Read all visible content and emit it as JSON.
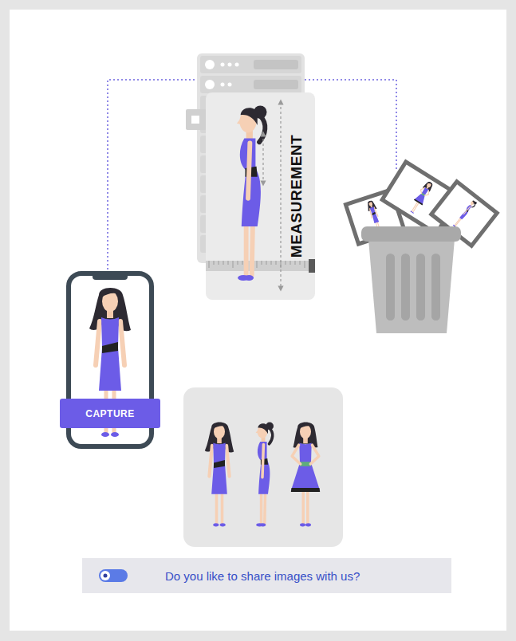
{
  "diagram": {
    "nodes": [
      {
        "text": [
          "MEASUREMENT"
        ]
      },
      {
        "text": [
          "CAPTURE"
        ]
      },
      {
        "text": [
          "Do you like to share images with us?"
        ]
      }
    ]
  }
}
